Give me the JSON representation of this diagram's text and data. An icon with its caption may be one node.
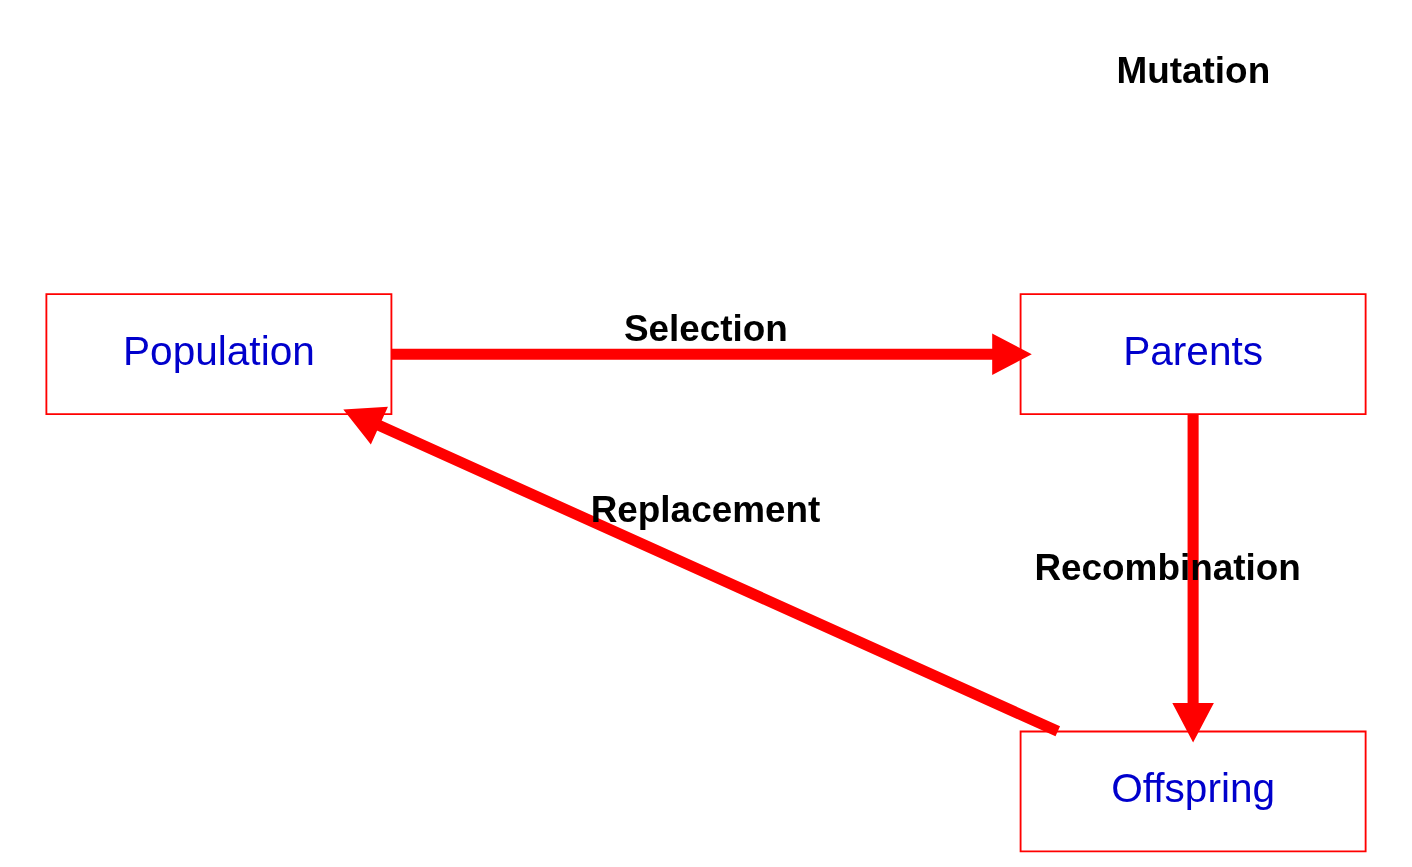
{
  "diagram": {
    "nodes": [
      {
        "text": [
          "Population"
        ]
      },
      {
        "text": [
          "Parents"
        ]
      },
      {
        "text": [
          "Offspring"
        ]
      }
    ],
    "edges": [
      {
        "from": 0,
        "to": 1,
        "arrow": "to",
        "label": "Selection"
      },
      {
        "from": 1,
        "to": 2,
        "arrow": "to",
        "label": "Recombination"
      },
      {
        "from": 2,
        "to": 0,
        "arrow": "to",
        "label": "Replacement"
      }
    ],
    "labels": [
      "Mutation"
    ]
  }
}
